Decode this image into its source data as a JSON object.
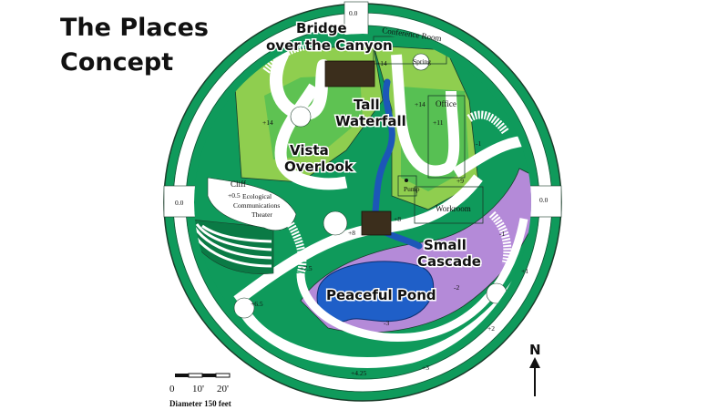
{
  "title": {
    "line1": "The Places",
    "line2": "Concept"
  },
  "features": {
    "bridge": {
      "line1": "Bridge",
      "line2": "over the Canyon"
    },
    "waterfall": {
      "line1": "Tall",
      "line2": "Waterfall"
    },
    "vista": {
      "line1": "Vista",
      "line2": "Overlook"
    },
    "cascade": {
      "line1": "Small",
      "line2": "Cascade"
    },
    "pond": "Peaceful Pond"
  },
  "rooms": {
    "conference": "Conference Room",
    "spring": "Spring",
    "office": "Office",
    "cliff": "Cliff",
    "theater": {
      "line1": "Ecological",
      "line2": "Communications",
      "line3": "Theater"
    },
    "pump": "Pump",
    "workroom": "Workroom"
  },
  "elevations": {
    "top": "0.0",
    "left": "0.0",
    "right": "0.0",
    "cliff": "+0.5",
    "bridge": "+14",
    "office_left": "+14",
    "office_right": "+11",
    "vista": "+14",
    "minus1_upper": "-1",
    "minus1_lower": "-1",
    "plus9": "+9",
    "plus8_right": "+8",
    "plus8_left": "+8",
    "plus7_5": "+7.5",
    "plus6_5": "+6.5",
    "plus1": "+1",
    "minus2": "-2",
    "minus3": "-3",
    "plus2": "+2",
    "plus3": "+3",
    "plus4_25": "+4.25"
  },
  "north": "N",
  "scale": {
    "ticks": [
      "0",
      "10'",
      "20'"
    ],
    "caption": "Diameter 150 feet"
  },
  "colors": {
    "ring_green": "#0f9a5b",
    "dark_green": "#0a7a45",
    "light_green": "#8fce4f",
    "mid_green": "#3ebb55",
    "lavender": "#b48ad8",
    "pond_blue": "#1f5fc8",
    "stream_blue": "#1c57b8",
    "bridge_brown": "#3b2e1c"
  }
}
